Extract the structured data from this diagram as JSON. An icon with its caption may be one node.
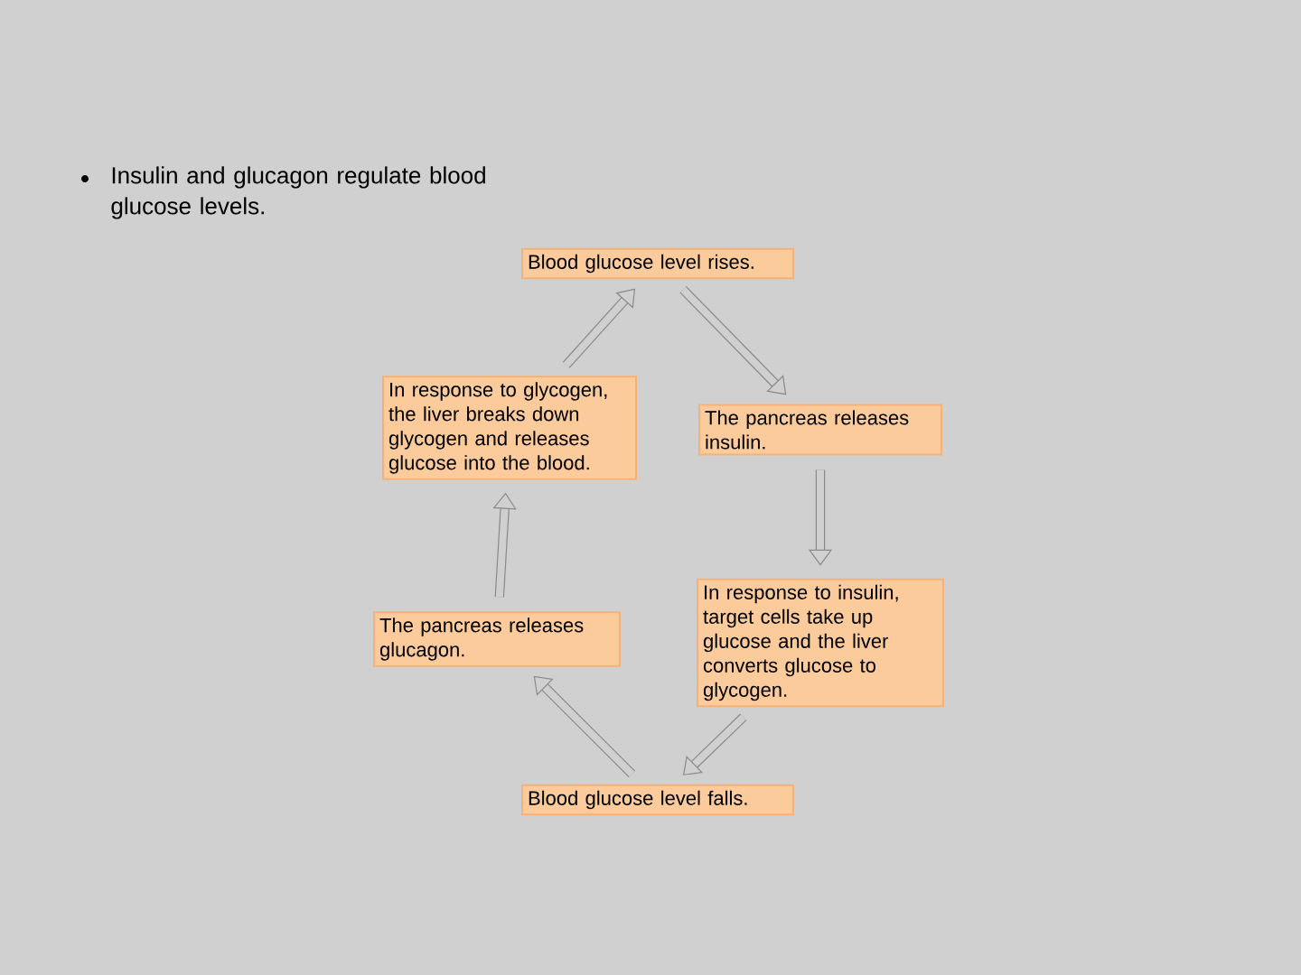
{
  "diagram": {
    "nodes": [
      {
        "text": [
          "Blood glucose level rises."
        ]
      },
      {
        "text": [
          "In response to glycogen, the liver breaks down glycogen and releases glucose into the blood."
        ]
      },
      {
        "text": [
          "The pancreas releases insulin."
        ]
      },
      {
        "text": [
          "The pancreas releases glucagon."
        ]
      },
      {
        "text": [
          "In response to insulin, target cells take up glucose and the liver converts glucose to glycogen."
        ]
      },
      {
        "text": [
          "Blood glucose level falls."
        ]
      }
    ],
    "edges": [
      {
        "from": 0,
        "to": 2,
        "arrow": "to"
      },
      {
        "from": 2,
        "to": 4,
        "arrow": "to"
      },
      {
        "from": 4,
        "to": 5,
        "arrow": "to"
      },
      {
        "from": 5,
        "to": 3,
        "arrow": "to"
      },
      {
        "from": 3,
        "to": 1,
        "arrow": "to"
      },
      {
        "from": 1,
        "to": 0,
        "arrow": "to"
      }
    ],
    "labels": [
      "Insulin and glucagon regulate blood glucose levels."
    ]
  }
}
